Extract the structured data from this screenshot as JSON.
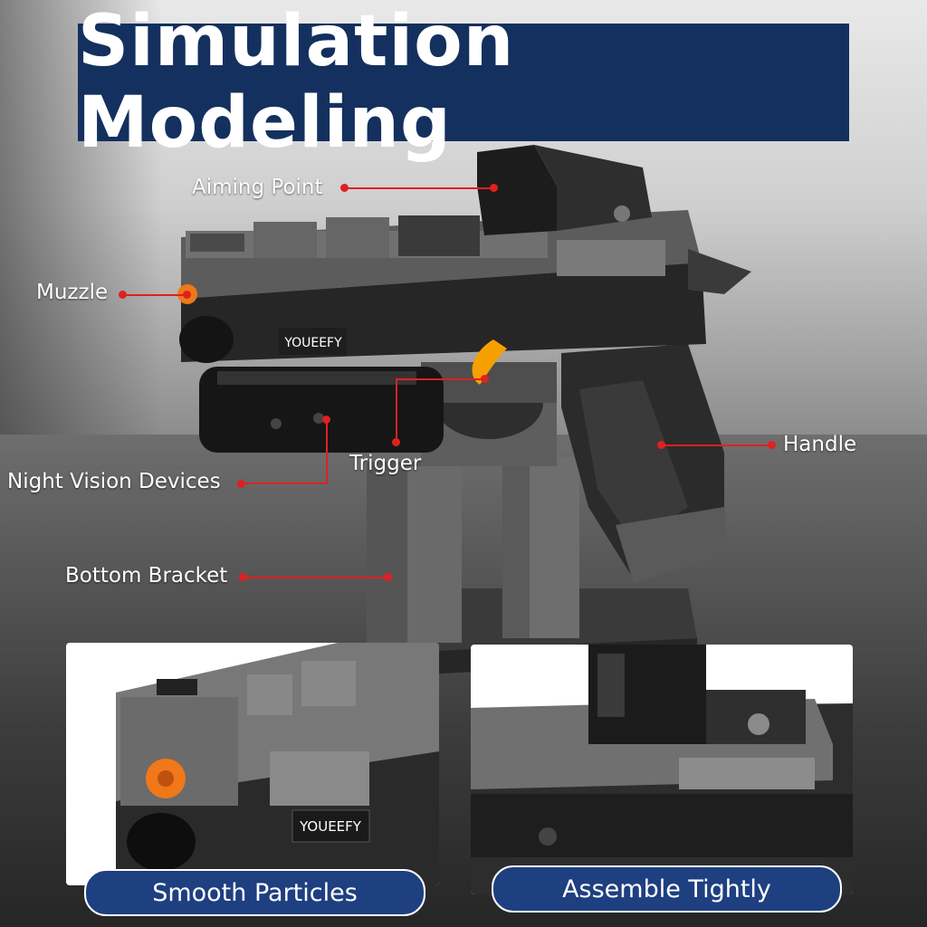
{
  "title": "Simulation Modeling",
  "brand_label": "YOUEEFY",
  "callouts": {
    "aiming_point": "Aiming Point",
    "muzzle": "Muzzle",
    "trigger": "Trigger",
    "handle": "Handle",
    "night_vision": "Night Vision Devices",
    "bottom_bracket": "Bottom Bracket"
  },
  "detail_panels": [
    {
      "caption": "Smooth Particles",
      "brand_label": "YOUEEFY"
    },
    {
      "caption": "Assemble Tightly"
    }
  ],
  "colors": {
    "banner": "#14305e",
    "caption_pill": "#1e3f80",
    "leader_line": "#e02020",
    "muzzle_accent": "#f07818",
    "trigger_accent": "#f5a000"
  }
}
